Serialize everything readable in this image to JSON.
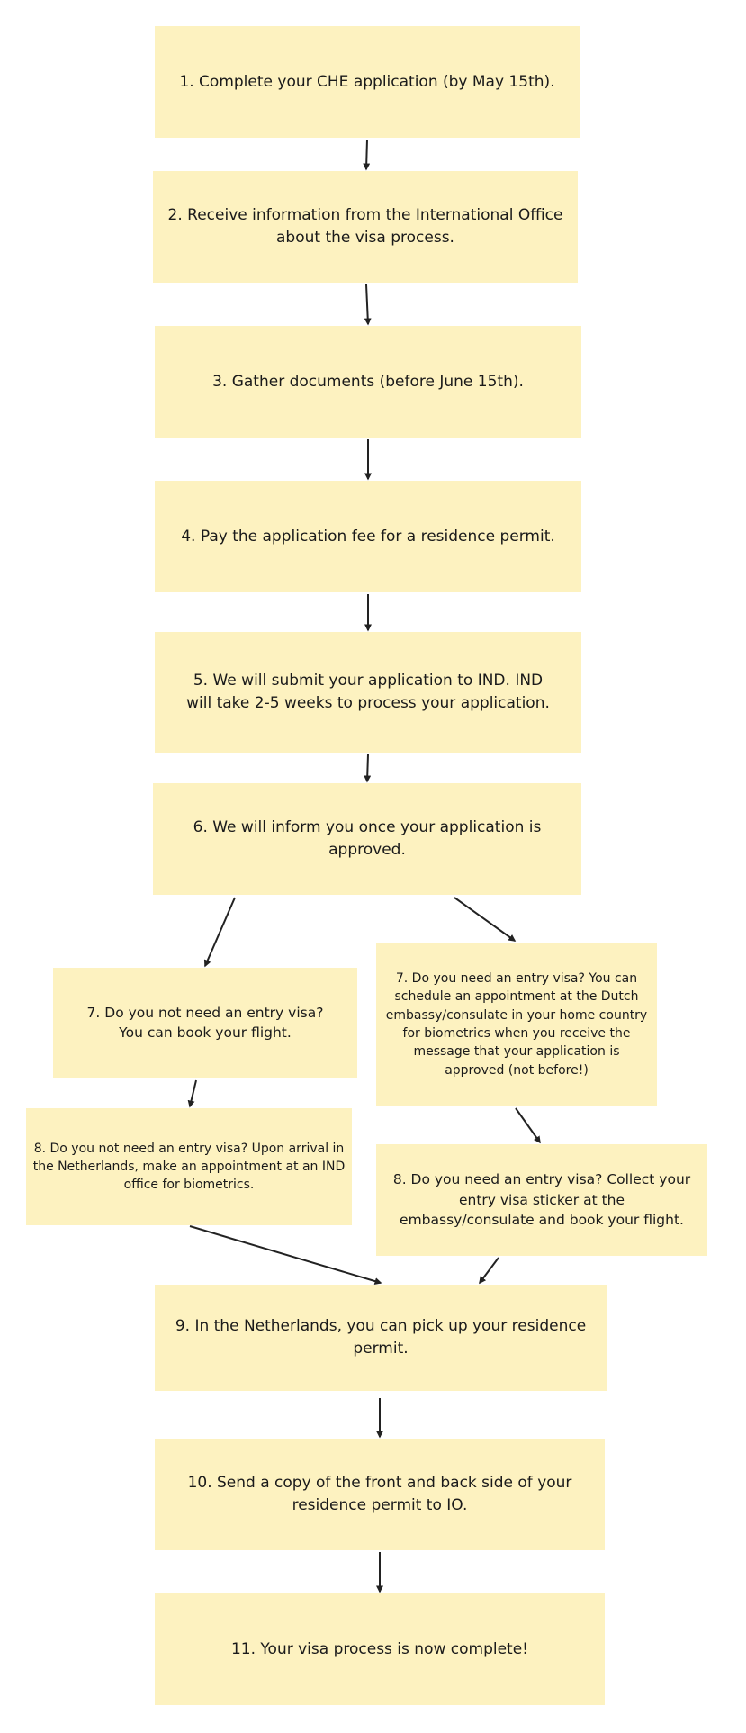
{
  "steps": {
    "s1": "1. Complete your CHE application (by May 15th).",
    "s2": "2. Receive information from the International Office about the visa process.",
    "s3": "3. Gather documents (before June 15th).",
    "s4": "4. Pay the application fee for a residence permit.",
    "s5": "5. We will submit your application to IND. IND will take 2-5 weeks to process your application.",
    "s6": "6. We will inform you once your application is approved.",
    "s7a": "7. Do you not need an entry visa? You can book your flight.",
    "s7b": "7. Do you need an entry visa? You can schedule an appointment at the Dutch embassy/consulate in your home country for biometrics when you receive the message that your application is approved (not before!)",
    "s8a": "8. Do you not need an entry visa? Upon arrival in the Netherlands, make an appointment at an IND office for biometrics.",
    "s8b": "8. Do you need an entry visa? Collect your entry visa sticker at the embassy/consulate and book your flight.",
    "s9": "9. In the Netherlands, you can pick up your residence permit.",
    "s10": "10. Send a copy of the front and back side of your residence permit to IO.",
    "s11": "11. Your visa process is now complete!"
  },
  "colors": {
    "box_fill": "#fdf2c0",
    "arrow": "#222222",
    "text": "#1a1a1a"
  }
}
